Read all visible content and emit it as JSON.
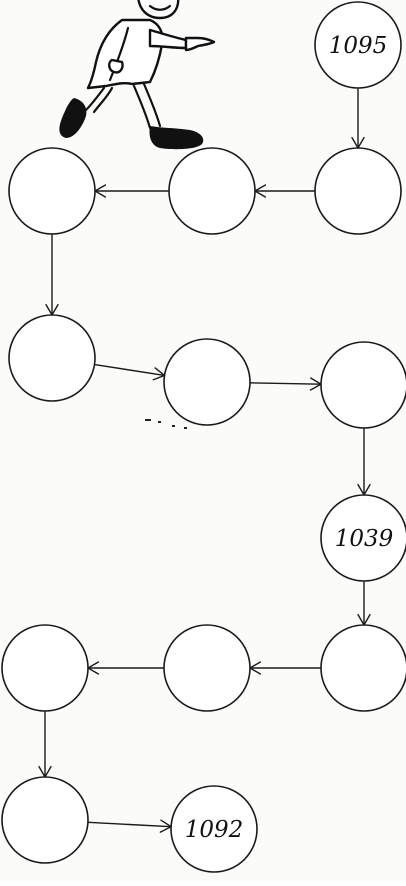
{
  "diagram": {
    "nodes": [
      {
        "id": "n1",
        "label": "1095"
      },
      {
        "id": "n2",
        "label": ""
      },
      {
        "id": "n3",
        "label": ""
      },
      {
        "id": "n4",
        "label": ""
      },
      {
        "id": "n5",
        "label": ""
      },
      {
        "id": "n6",
        "label": ""
      },
      {
        "id": "n7",
        "label": ""
      },
      {
        "id": "n8",
        "label": "1039"
      },
      {
        "id": "n9",
        "label": ""
      },
      {
        "id": "n10",
        "label": ""
      },
      {
        "id": "n11",
        "label": ""
      },
      {
        "id": "n12",
        "label": ""
      },
      {
        "id": "n13",
        "label": "1092"
      }
    ],
    "edges": [
      {
        "from": "n1",
        "to": "n2"
      },
      {
        "from": "n2",
        "to": "n3"
      },
      {
        "from": "n3",
        "to": "n4"
      },
      {
        "from": "n4",
        "to": "n5"
      },
      {
        "from": "n5",
        "to": "n6"
      },
      {
        "from": "n6",
        "to": "n7"
      },
      {
        "from": "n7",
        "to": "n8"
      },
      {
        "from": "n8",
        "to": "n9"
      },
      {
        "from": "n9",
        "to": "n10"
      },
      {
        "from": "n10",
        "to": "n11"
      },
      {
        "from": "n11",
        "to": "n12"
      },
      {
        "from": "n12",
        "to": "n13"
      }
    ],
    "figure": "running-man-pointing-icon",
    "colors": {
      "ink": "#1a1a1a",
      "paper": "#fbfbf9",
      "node_fill": "#ffffff"
    }
  }
}
